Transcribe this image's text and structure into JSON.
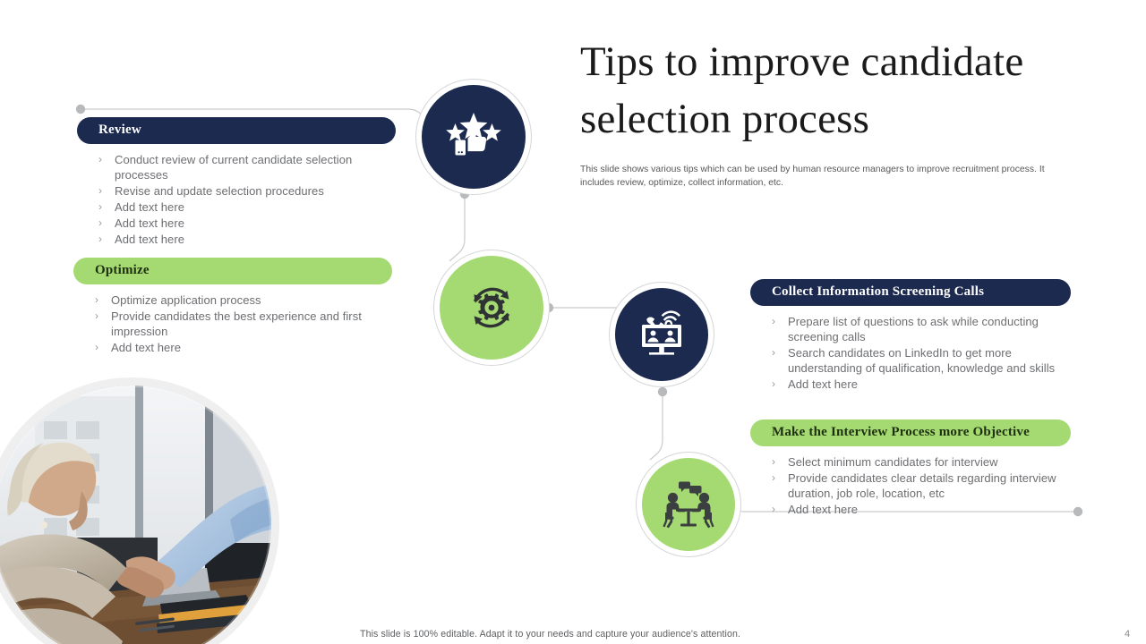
{
  "header": {
    "title_line1": "Tips to improve candidate",
    "title_line2": "selection process",
    "subtitle": "This slide shows various tips which can be used by human resource managers to improve recruitment process. It includes review, optimize, collect information, etc."
  },
  "colors": {
    "navy": "#1b2a4e",
    "green": "#a5da72",
    "body_text": "#6d6e71",
    "connector": "#c9cacc",
    "dot": "#b8b9bb"
  },
  "blocks": [
    {
      "id": "review",
      "title": "Review",
      "style": "navy",
      "icon": "thumbs-up-stars-icon",
      "bullets": [
        "Conduct review of current candidate selection processes",
        "Revise and update selection procedures",
        "Add text here",
        "Add text here",
        "Add text here"
      ]
    },
    {
      "id": "optimize",
      "title": "Optimize",
      "style": "green",
      "icon": "gear-refresh-icon",
      "bullets": [
        "Optimize application process",
        "Provide candidates the best experience and first impression",
        "Add text here"
      ]
    },
    {
      "id": "collect",
      "title": "Collect Information  Screening Calls",
      "style": "navy",
      "icon": "video-call-icon",
      "bullets": [
        "Prepare list of questions to ask while conducting screening calls",
        "Search candidates on LinkedIn to get more understanding of qualification, knowledge and skills",
        "Add text here"
      ]
    },
    {
      "id": "objective",
      "title": "Make the Interview Process more Objective",
      "style": "green",
      "icon": "interview-meeting-icon",
      "bullets": [
        "Select minimum candidates for interview",
        "Provide candidates clear details regarding interview duration, job role, location, etc",
        "Add text here"
      ]
    }
  ],
  "bullet_marker": "›",
  "photo": {
    "alt": "handshake-in-office-interview-photo"
  },
  "footer": {
    "note": "This slide is 100% editable. Adapt it to your needs and capture your audience's attention.",
    "page_number": "4"
  }
}
